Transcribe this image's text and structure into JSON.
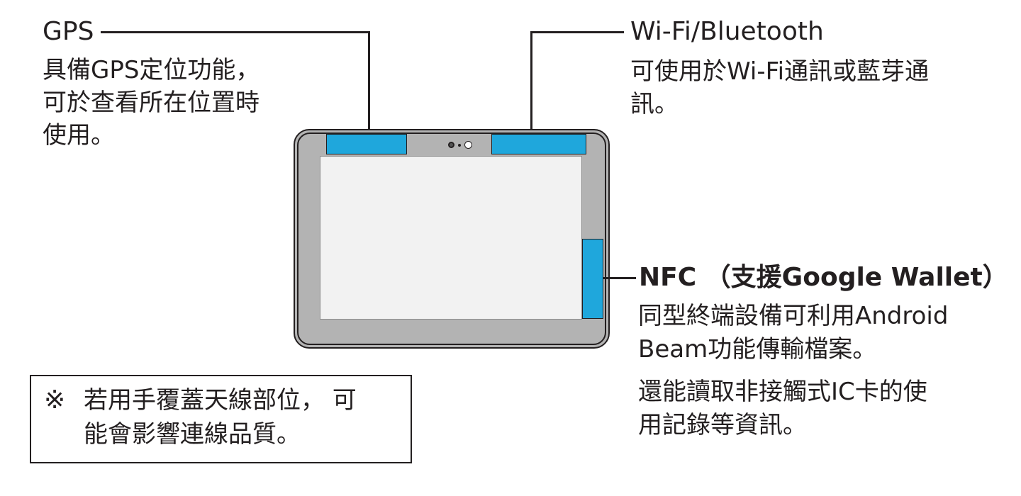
{
  "gps": {
    "title": "GPS",
    "lines": [
      "具備GPS定位功能，",
      "可於查看所在位置時",
      "使用。"
    ]
  },
  "wifi_bt": {
    "title": "Wi-Fi/Bluetooth",
    "lines": [
      "可使用於Wi-Fi通訊或藍芽通",
      "訊。"
    ]
  },
  "nfc": {
    "title": "NFC （支援Google Wallet）",
    "lines": [
      "同型終端設備可利用Android",
      "Beam功能傳輸檔案。"
    ],
    "lines2": [
      "還能讀取非接觸式IC卡的使",
      "用記錄等資訊。"
    ]
  },
  "note": {
    "mark": "※",
    "lines": [
      "若用手覆蓋天線部位， 可",
      "能會影響連線品質。"
    ]
  },
  "colors": {
    "antenna": "#1fa7dc",
    "bezel": "#b3b3b3",
    "screen": "#f2f2f2",
    "line": "#231f20"
  }
}
